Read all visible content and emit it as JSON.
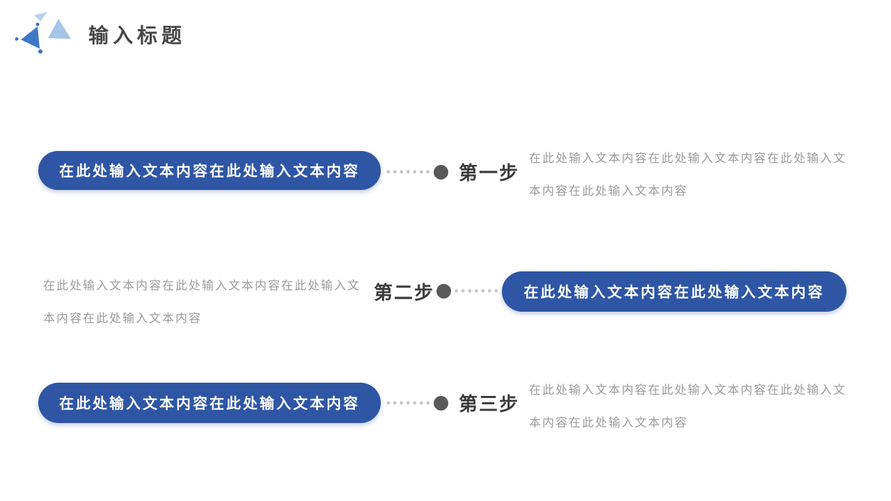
{
  "slide": {
    "title": "输入标题"
  },
  "colors": {
    "accent_blue": "#2e56a5",
    "node_circle": "#595959",
    "connector_dot": "#c7c7c7",
    "step_label_text": "#3c3c3c",
    "description_text": "#9c9c9c",
    "pill_text": "#ffffff",
    "logo_blue_dark": "#3c79c7",
    "logo_blue_light": "#a5c4e7",
    "logo_blue_pale": "#b9d3ee"
  },
  "steps": [
    {
      "label": "第一步",
      "pill_text": "在此处输入文本内容在此处输入文本内容",
      "description": "在此处输入文本内容在此处输入文本内容在此处输入文本内容在此处输入文本内容",
      "pill_side": "left"
    },
    {
      "label": "第二步",
      "pill_text": "在此处输入文本内容在此处输入文本内容",
      "description": "在此处输入文本内容在此处输入文本内容在此处输入文本内容在此处输入文本内容",
      "pill_side": "right"
    },
    {
      "label": "第三步",
      "pill_text": "在此处输入文本内容在此处输入文本内容",
      "description": "在此处输入文本内容在此处输入文本内容在此处输入文本内容在此处输入文本内容",
      "pill_side": "left"
    }
  ]
}
